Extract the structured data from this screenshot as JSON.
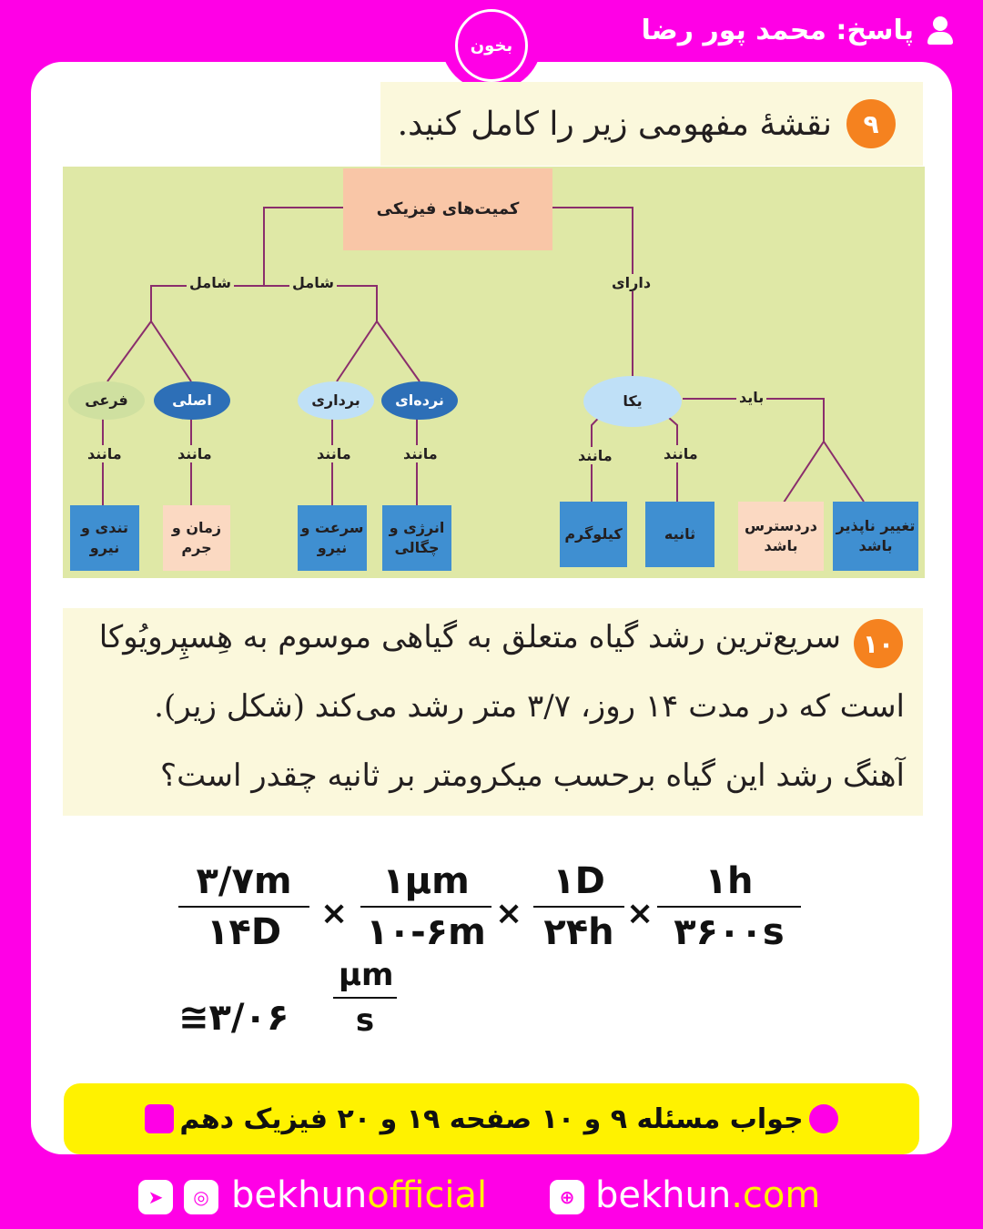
{
  "header": {
    "text": "پاسخ: محمد پور رضا"
  },
  "logo": {
    "text": "بخون"
  },
  "q9": {
    "number": "۹",
    "text": "نقشهٔ مفهومی زیر را کامل کنید."
  },
  "map": {
    "root": "کمیت‌های فیزیکی",
    "label_shamel": "شامل",
    "label_darai": "دارای",
    "label_manand": "مانند",
    "label_bayad": "باید",
    "fari": "فرعی",
    "asli": "اصلی",
    "bordari": "برداری",
    "nardei": "نرده‌ای",
    "yeka": "یکا",
    "leaf_fari": "تندی و نیرو",
    "leaf_asli": "زمان و جرم",
    "leaf_bordari": "سرعت و نیرو",
    "leaf_nardei": "انرژی و چگالی",
    "leaf_kg": "کیلوگرم",
    "leaf_sec": "ثانیه",
    "leaf_access": "دردسترس باشد",
    "leaf_change": "تغییر ناپذیر باشد"
  },
  "q10": {
    "number": "۱۰",
    "line1": "سریع‌ترین رشد گیاه متعلق به گیاهی موسوم به هِسپِرویُوکا",
    "line2": "است که در مدت ۱۴ روز، ۳/۷ متر رشد می‌کند (شکل زیر).",
    "line3": "آهنگ رشد این گیاه برحسب میکرومتر بر ثانیه چقدر است؟"
  },
  "solution": {
    "f1_top": "۳/۷m",
    "f1_bot": "۱۴D",
    "f2_top": "۱µm",
    "f2_bot": "۱۰-۶m",
    "f3_top": "۱D",
    "f3_bot": "۲۴h",
    "f4_top": "۱h",
    "f4_bot": "۳۶۰۰s",
    "times": "×",
    "result_prefix": "≅۳/۰۶",
    "result_top": "µm",
    "result_bot": "s"
  },
  "banner": {
    "text": "جواب مسئله ۹ و ۱۰ صفحه ۱۹ و ۲۰ فیزیک دهم"
  },
  "footer": {
    "social_main": "bekhun",
    "social_accent": "official",
    "site_main": "bekhun",
    "site_accent": ".com"
  },
  "colors": {
    "brand": "#ff00e6",
    "accent": "#fff200",
    "orange": "#f5821f"
  }
}
